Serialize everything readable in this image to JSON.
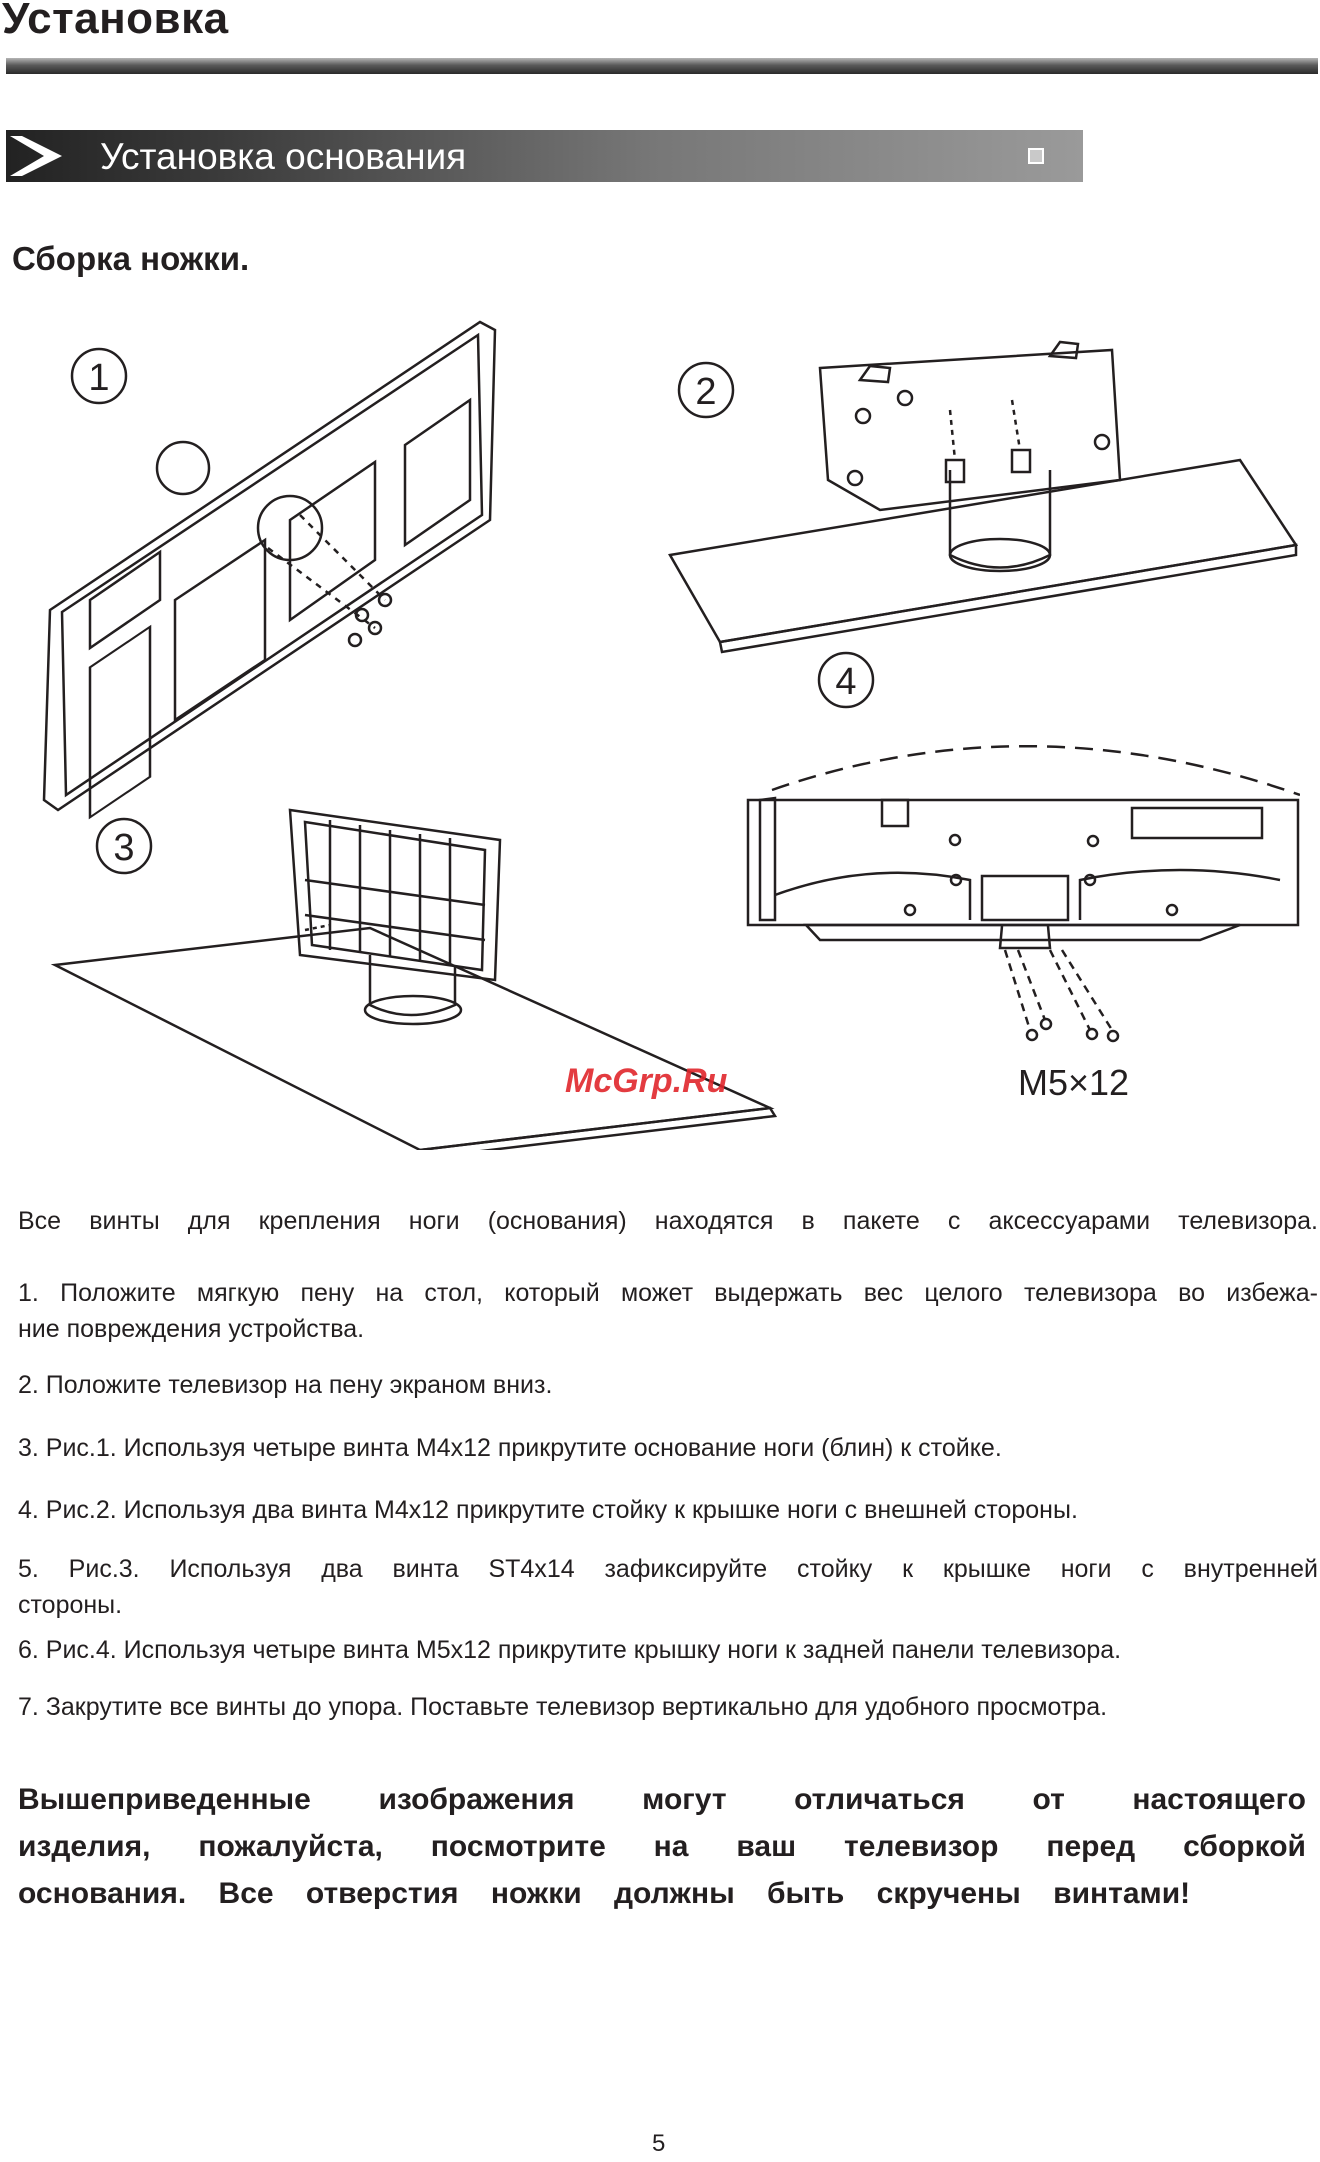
{
  "header": {
    "title": "Установка",
    "section_title": "Установка основания"
  },
  "subheading": "Сборка ножки.",
  "figure": {
    "labels": [
      "1",
      "2",
      "3",
      "4"
    ],
    "screw_label": "M5×12",
    "watermark": "McGrp.Ru",
    "watermark_color": "#e0262b"
  },
  "paragraphs": [
    "Все винты для крепления ноги (основания) находятся в пакете с аксессуарами телевизора.",
    "1. Положите мягкую пену на стол, который может выдержать вес целого телевизора во избежа-",
    "ние повреждения устройства.",
    "2. Положите телевизор на пену экраном вниз.",
    "3. Рис.1. Используя четыре винта M4x12 прикрутите основание ноги (блин) к стойке.",
    "4. Рис.2. Используя два винта M4x12 прикрутите стойку к крышке ноги с внешней стороны.",
    "5. Рис.3. Используя два винта ST4x14 зафиксируйте стойку к крышке ноги с внутренней",
    "стороны.",
    "6. Рис.4. Используя четыре винта M5x12 прикрутите крышку ноги к задней панели телевизора.",
    "7. Закрутите все винты до упора. Поставьте телевизор вертикально для удобного просмотра."
  ],
  "note_lines": [
    "Вышеприведенные изображения могут отличаться от настоящего",
    "изделия, пожалуйста, посмотрите на ваш телевизор перед сборкой",
    "основания. Все отверстия ножки должны быть скручены винтами!"
  ],
  "page_number": "5"
}
